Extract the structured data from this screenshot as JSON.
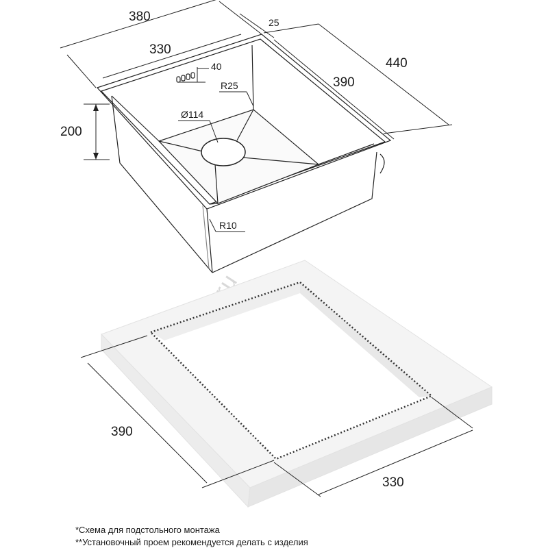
{
  "sink_dimensions": {
    "width_outer": "380",
    "width_inner": "330",
    "lip": "25",
    "drain_offset": "40",
    "depth_outer": "440",
    "depth_inner": "390",
    "height": "200",
    "corner_radius_inner": "R25",
    "corner_radius_outer": "R10",
    "drain_diameter": "Ø114"
  },
  "cutout_dimensions": {
    "depth": "390",
    "width": "330"
  },
  "watermark": "aquamir.ru",
  "notes": {
    "line1": "*Схема для подстольного монтажа",
    "line2": "**Установочный проем рекомендуется делать с изделия"
  }
}
